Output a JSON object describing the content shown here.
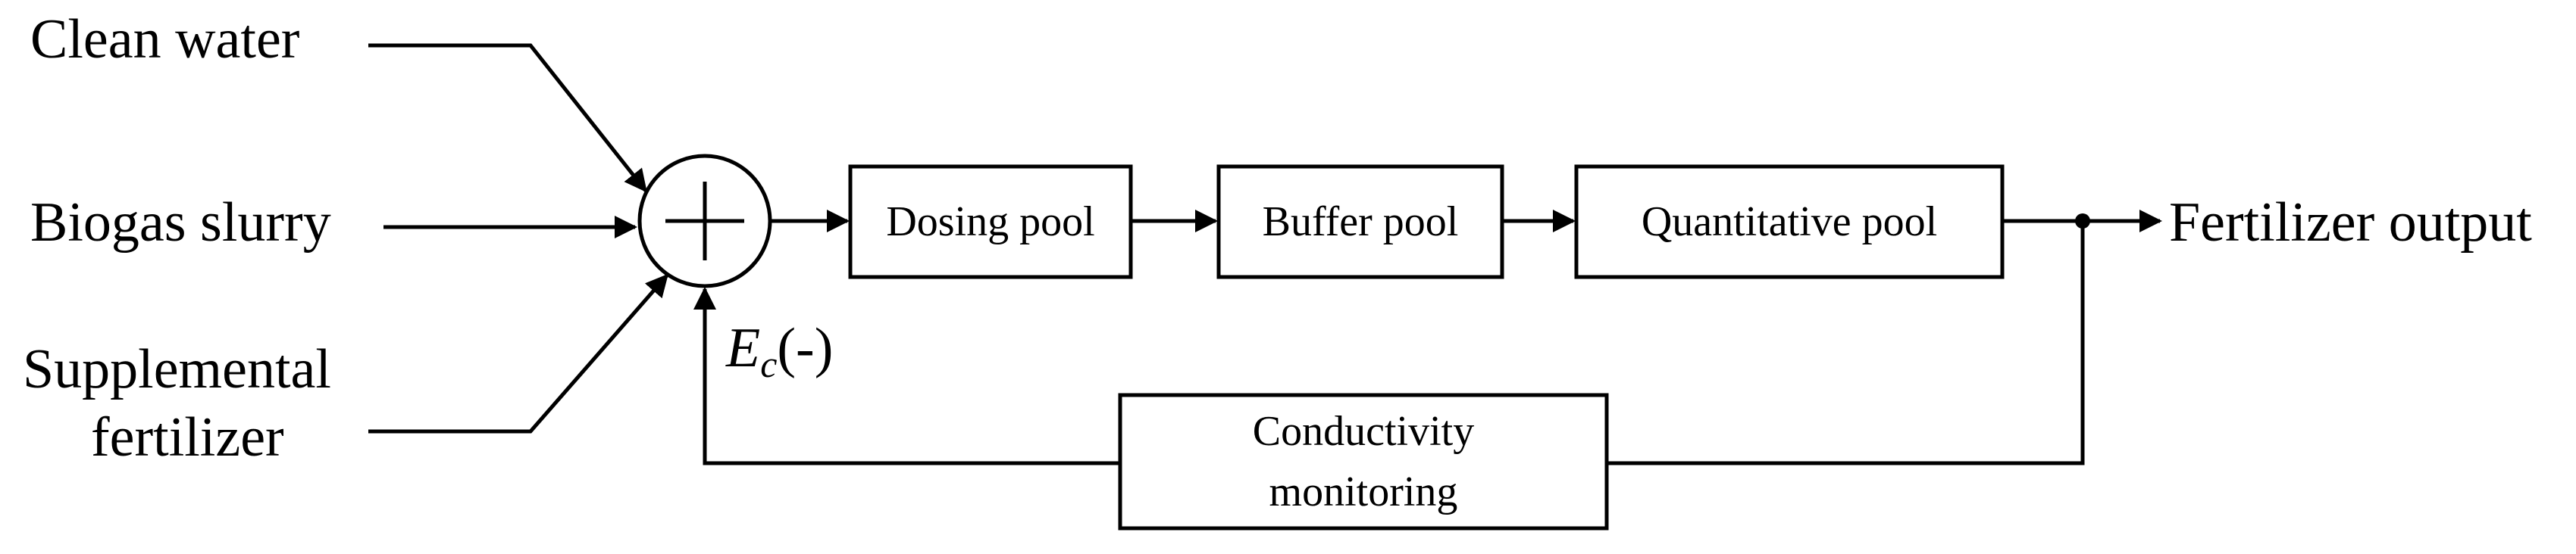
{
  "inputs": {
    "clean_water": "Clean water",
    "biogas_slurry": "Biogas slurry",
    "supplemental_line1": "Supplemental",
    "supplemental_line2": "fertilizer"
  },
  "feedback": {
    "symbol_E": "E",
    "symbol_sub": "c",
    "sign": "(-)"
  },
  "blocks": {
    "dosing_pool": "Dosing pool",
    "buffer_pool": "Buffer pool",
    "quantitative_pool": "Quantitative pool",
    "conductivity_line1": "Conductivity",
    "conductivity_line2": "monitoring"
  },
  "output": {
    "label": "Fertilizer output"
  }
}
